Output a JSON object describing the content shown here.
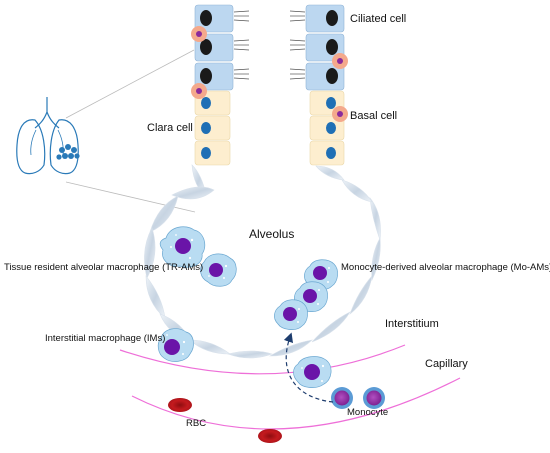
{
  "labels": {
    "ciliated_cell": "Ciliated cell",
    "clara_cell": "Clara cell",
    "basal_cell": "Basal cell",
    "alveolus": "Alveolus",
    "tr_ams": "Tissue resident alveolar macrophage (TR-AMs)",
    "mo_ams": "Monocyte-derived alveolar macrophage (Mo-AMs)",
    "interstitium": "Interstitium",
    "ims": "Interstitial macrophage (IMs)",
    "capillary": "Capillary",
    "rbc": "RBC",
    "monocyte": "Monocyte"
  },
  "colors": {
    "ciliated_cell_fill": "#bcd7f0",
    "clara_cell_fill": "#fdeecf",
    "cell_nucleus": "#1a1a1a",
    "clara_nucleus": "#1f6fb5",
    "basal_cell_fill": "#f4a98c",
    "basal_nucleus": "#8b2a9b",
    "macrophage_fill": "#b9dcf2",
    "macrophage_nucleus": "#6a14a8",
    "alveolus_wall": "#c9d7e6",
    "capillary_line": "#ee6fd8",
    "rbc_fill": "#b8161a",
    "monocyte_ring": "#5b9bd5",
    "monocyte_fill": "#8e2aa0",
    "lung_outline": "#2a7ab8",
    "arrow": "#1e3d6e"
  },
  "icons": {
    "lung": "lung-icon",
    "arrow": "dashed-curved-arrow-icon"
  }
}
